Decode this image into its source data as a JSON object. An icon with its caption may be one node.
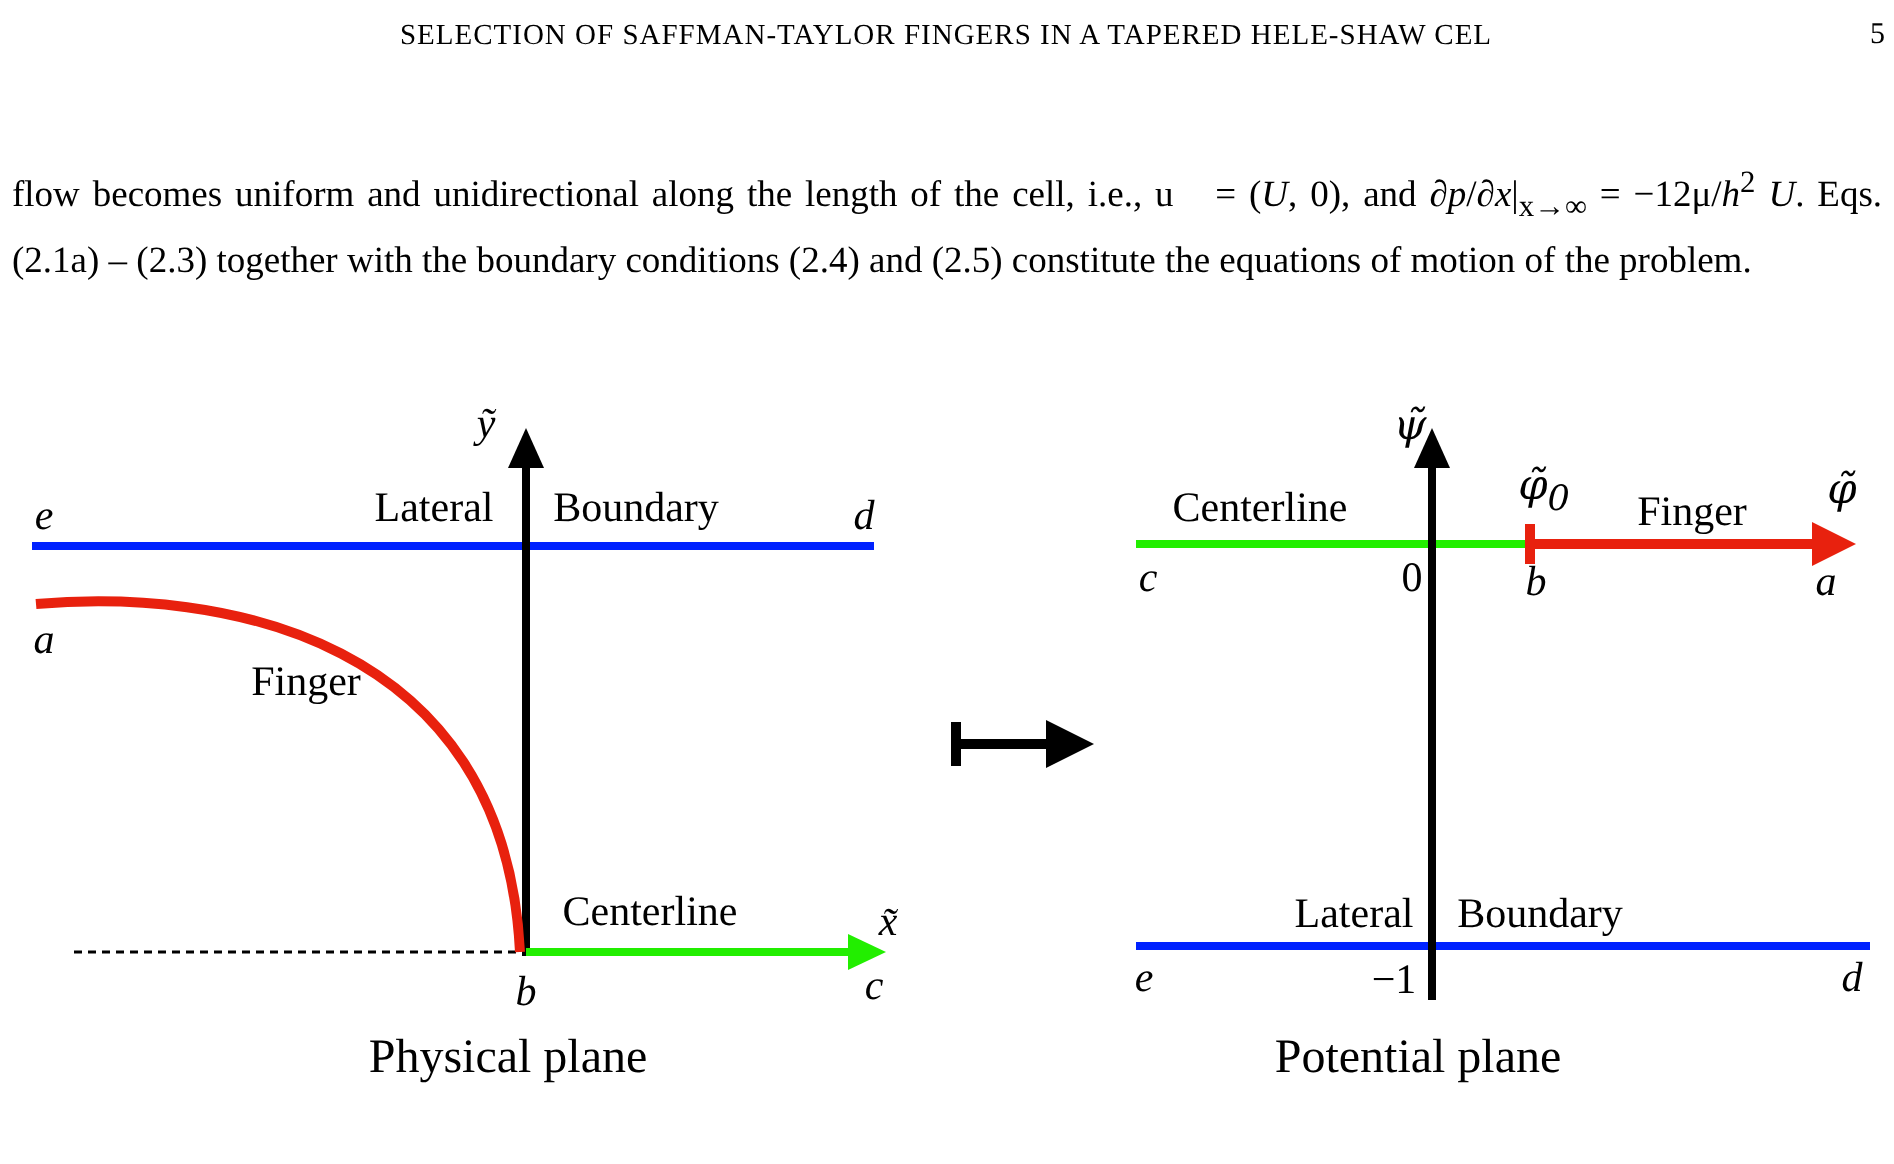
{
  "diagram": {
    "nodes": [
      {
        "text": [
          "Physical plane"
        ]
      },
      {
        "text": [
          "Potential plane"
        ]
      }
    ],
    "edges": [
      {
        "from": 0,
        "to": 1,
        "arrow": "to"
      }
    ],
    "labels": [
      "SELECTION OF SAFFMAN-TAYLOR FINGERS IN A TAPERED HELE-SHAW CEL",
      "5",
      "flow becomes uniform and unidirectional along the length of the cell, i.e., u⃗ = (*U*, 0), and ∂*p*/∂*x*|$_{x→∞}$ = −12μ/*h*$^{2}$ *U*. Eqs. (2.1a) – (2.3) together with the boundary conditions (2.4) and (2.5) constitute the equations of motion of the problem.",
      "ỹ",
      "Lateral",
      "Boundary",
      "e",
      "d",
      "a",
      "Finger",
      "Centerline",
      "x̃",
      "b",
      "c",
      "ψ̃",
      "Centerline",
      "φ̃$_{0}$",
      "Finger",
      "φ̃",
      "c",
      "0",
      "b",
      "a",
      "Lateral",
      "Boundary",
      "e",
      "−1",
      "d"
    ]
  }
}
